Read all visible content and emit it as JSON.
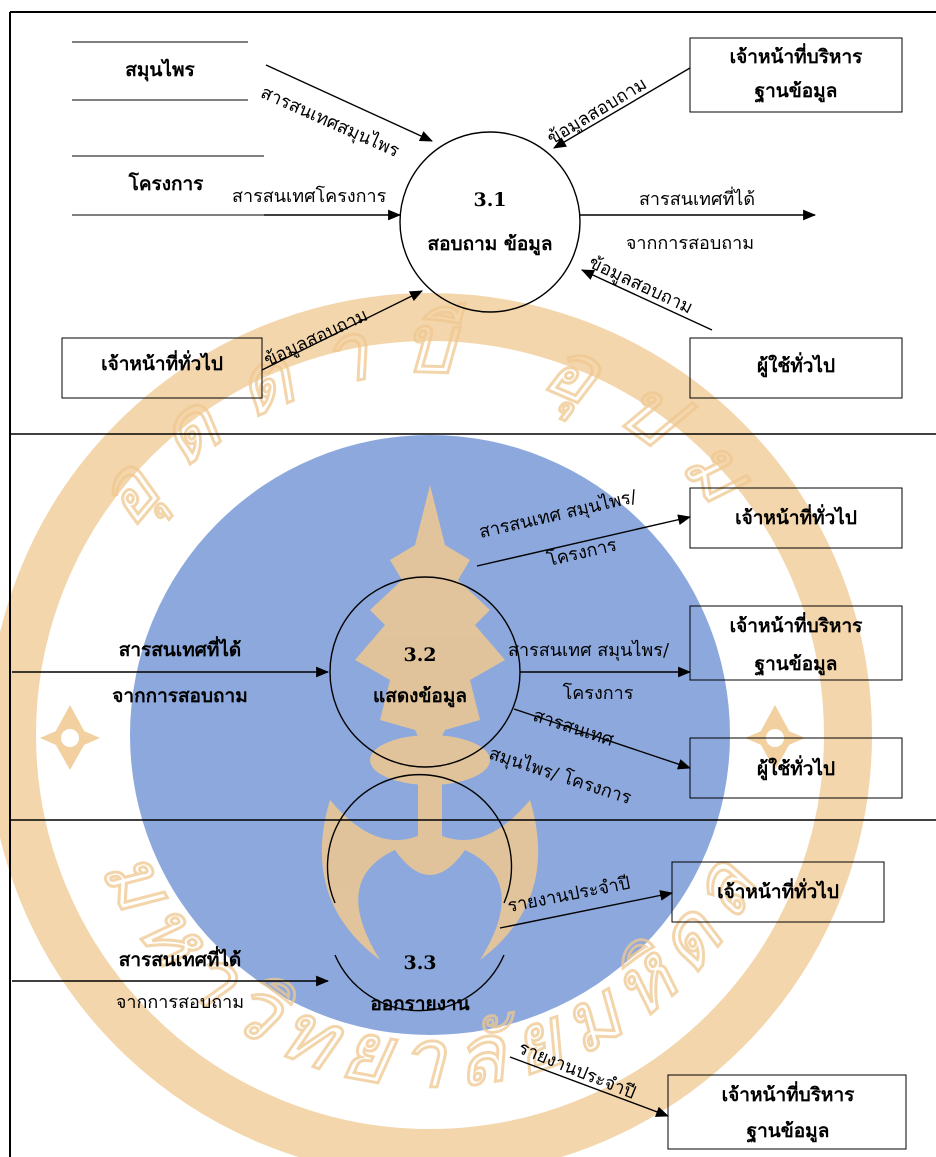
{
  "colors": {
    "line": "#000000",
    "watermark_blue": "#7f9fd8",
    "watermark_gold": "#f0c890"
  },
  "watermark": {
    "text_top": "อุดตาบี อุปม",
    "text_bottom": "มหาวิทยาลัยมหิดล"
  },
  "section1": {
    "process": {
      "number": "3.1",
      "name": "สอบถาม ข้อมูล"
    },
    "entities": {
      "herbs": "สมุนไพร",
      "projects": "โครงการ",
      "general_staff": "เจ้าหน้าที่ทั่วไป",
      "db_admin_line1": "เจ้าหน้าที่บริหาร",
      "db_admin_line2": "ฐานข้อมูล",
      "general_user": "ผู้ใช้ทั่วไป"
    },
    "flows": {
      "herb_info": "สารสนเทศสมุนไพร",
      "project_info": "สารสนเทศโครงการ",
      "staff_query": "ข้อมูลสอบถาม",
      "admin_query": "ข้อมูลสอบถาม",
      "output_line1": "สารสนเทศที่ได้",
      "output_line2": "จากการสอบถาม",
      "user_query": "ข้อมูลสอบถาม"
    }
  },
  "section2": {
    "process": {
      "number": "3.2",
      "name": "แสดงข้อมูล"
    },
    "input_line1": "สารสนเทศที่ได้",
    "input_line2": "จากการสอบถาม",
    "flows": {
      "to_staff_line1": "สารสนเทศ สมุนไพร/",
      "to_staff_line2": "โครงการ",
      "to_admin_line1": "สารสนเทศ สมุนไพร/",
      "to_admin_line2": "โครงการ",
      "to_user_line1": "สารสนเทศ",
      "to_user_line2": "สมุนไพร/ โครงการ"
    },
    "entities": {
      "general_staff": "เจ้าหน้าที่ทั่วไป",
      "db_admin_line1": "เจ้าหน้าที่บริหาร",
      "db_admin_line2": "ฐานข้อมูล",
      "general_user": "ผู้ใช้ทั่วไป"
    }
  },
  "section3": {
    "process": {
      "number": "3.3",
      "name": "ออกรายงาน"
    },
    "input_line1": "สารสนเทศที่ได้",
    "input_line2": "จากการสอบถาม",
    "flows": {
      "to_staff": "รายงานประจำปี",
      "to_admin": "รายงานประจำปี"
    },
    "entities": {
      "general_staff": "เจ้าหน้าที่ทั่วไป",
      "db_admin_line1": "เจ้าหน้าที่บริหาร",
      "db_admin_line2": "ฐานข้อมูล"
    }
  }
}
